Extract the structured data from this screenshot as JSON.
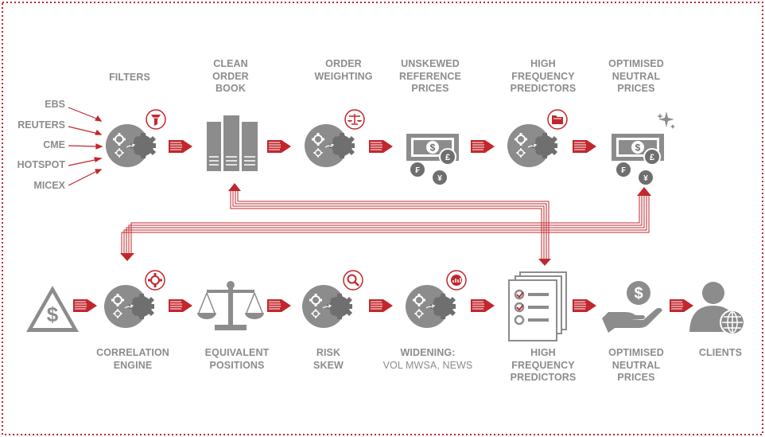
{
  "colors": {
    "red": "#c1272d",
    "grey": "#8c8c8c",
    "dark": "#6f6f70",
    "light": "#ededed"
  },
  "sources": [
    "EBS",
    "REUTERS",
    "CME",
    "HOTSPOT",
    "MICEX"
  ],
  "top_row": [
    {
      "id": "filters",
      "lines": [
        "FILTERS"
      ],
      "icon": "gears-icon",
      "badge": "filter-icon"
    },
    {
      "id": "clean-order-book",
      "lines": [
        "CLEAN",
        "ORDER",
        "BOOK"
      ],
      "icon": "books-icon"
    },
    {
      "id": "order-weighting",
      "lines": [
        "ORDER",
        "WEIGHTING"
      ],
      "icon": "gears-icon",
      "badge": "scales-icon"
    },
    {
      "id": "unskewed-reference-prices",
      "lines": [
        "UNSKEWED",
        "REFERENCE",
        "PRICES"
      ],
      "icon": "banknote-icon"
    },
    {
      "id": "high-frequency-predictors-top",
      "lines": [
        "HIGH",
        "FREQUENCY",
        "PREDICTORS"
      ],
      "icon": "gears-icon",
      "badge": "folder-icon"
    },
    {
      "id": "optimised-neutral-prices-top",
      "lines": [
        "OPTIMISED",
        "NEUTRAL",
        "PRICES"
      ],
      "icon": "banknote-icon"
    }
  ],
  "bottom_row": [
    {
      "id": "risk-warning",
      "lines": [],
      "icon": "warning-dollar-icon"
    },
    {
      "id": "correlation-engine",
      "lines": [
        "CORRELATION",
        "ENGINE"
      ],
      "icon": "gears-icon",
      "badge": "cog-icon"
    },
    {
      "id": "equivalent-positions",
      "lines": [
        "EQUIVALENT",
        "POSITIONS"
      ],
      "icon": "balance-icon"
    },
    {
      "id": "risk-skew",
      "lines": [
        "RISK",
        "SKEW"
      ],
      "icon": "gears-icon",
      "badge": "magnifier-icon"
    },
    {
      "id": "widening",
      "lines": [
        "WIDENING:"
      ],
      "sub": "VOL MWSA, NEWS",
      "icon": "gears-icon",
      "badge": "globe-chart-icon"
    },
    {
      "id": "high-frequency-predictors-bottom",
      "lines": [
        "HIGH",
        "FREQUENCY",
        "PREDICTORS"
      ],
      "icon": "checklist-icon"
    },
    {
      "id": "optimised-neutral-prices-bottom",
      "lines": [
        "OPTIMISED",
        "NEUTRAL",
        "PRICES"
      ],
      "icon": "hand-coin-icon"
    },
    {
      "id": "clients",
      "lines": [
        "CLIENTS"
      ],
      "icon": "client-globe-icon"
    }
  ],
  "currency_glyphs": {
    "dollar": "$",
    "pound": "£",
    "franc": "₣",
    "yen": "¥"
  }
}
